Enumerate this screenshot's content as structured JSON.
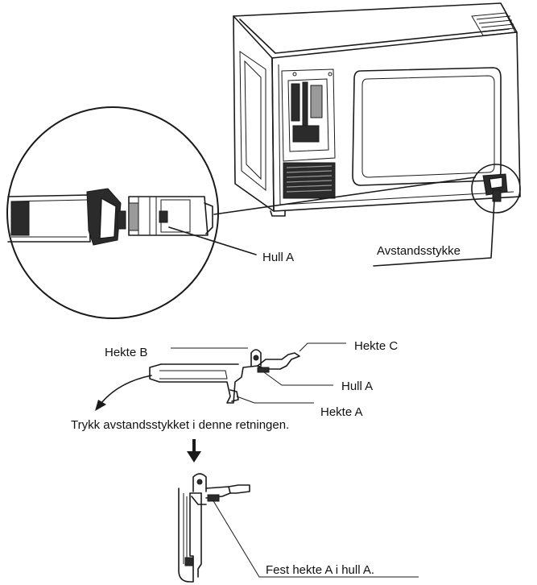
{
  "labels": {
    "hull_a_top": "Hull A",
    "spacer": "Avstandsstykke",
    "hook_b": "Hekte B",
    "hook_c": "Hekte C",
    "hull_a_mid": "Hull A",
    "hook_a": "Hekte A",
    "instruction_push": "Trykk avstandsstykket i denne retningen.",
    "instruction_fasten": "Fest hekte A i hull A."
  }
}
